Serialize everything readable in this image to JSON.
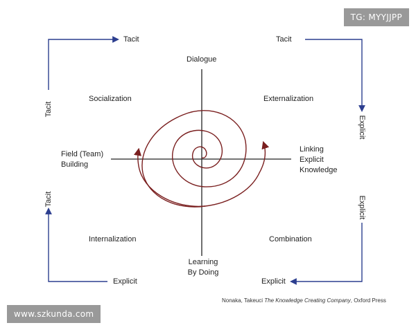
{
  "quadrants": {
    "socialization": "Socialization",
    "externalization": "Externalization",
    "internalization": "Internalization",
    "combination": "Combination"
  },
  "axis": {
    "top": "Dialogue",
    "bottom_line1": "Learning",
    "bottom_line2": "By Doing",
    "left_line1": "Field (Team)",
    "left_line2": "Building",
    "right_line1": "Linking",
    "right_line2": "Explicit",
    "right_line3": "Knowledge"
  },
  "corners": {
    "top_left_h": "Tacit",
    "top_left_v": "Tacit",
    "top_right_h": "Tacit",
    "top_right_v": "Explicit",
    "bottom_left_v": "Tacit",
    "bottom_left_h": "Explicit",
    "bottom_right_v": "Explicit",
    "bottom_right_h": "Explicit"
  },
  "citation": {
    "authors": "Nonaka, Takeuci ",
    "book": "The Knowledge Creating Company",
    "publisher": ", Oxford Press"
  },
  "watermarks": {
    "top_right": "TG: MYYJJPP",
    "bottom_left": "www.szkunda.com"
  },
  "colors": {
    "arrow": "#2c3e8f",
    "spiral": "#7a1f1f",
    "axis": "#222222"
  }
}
